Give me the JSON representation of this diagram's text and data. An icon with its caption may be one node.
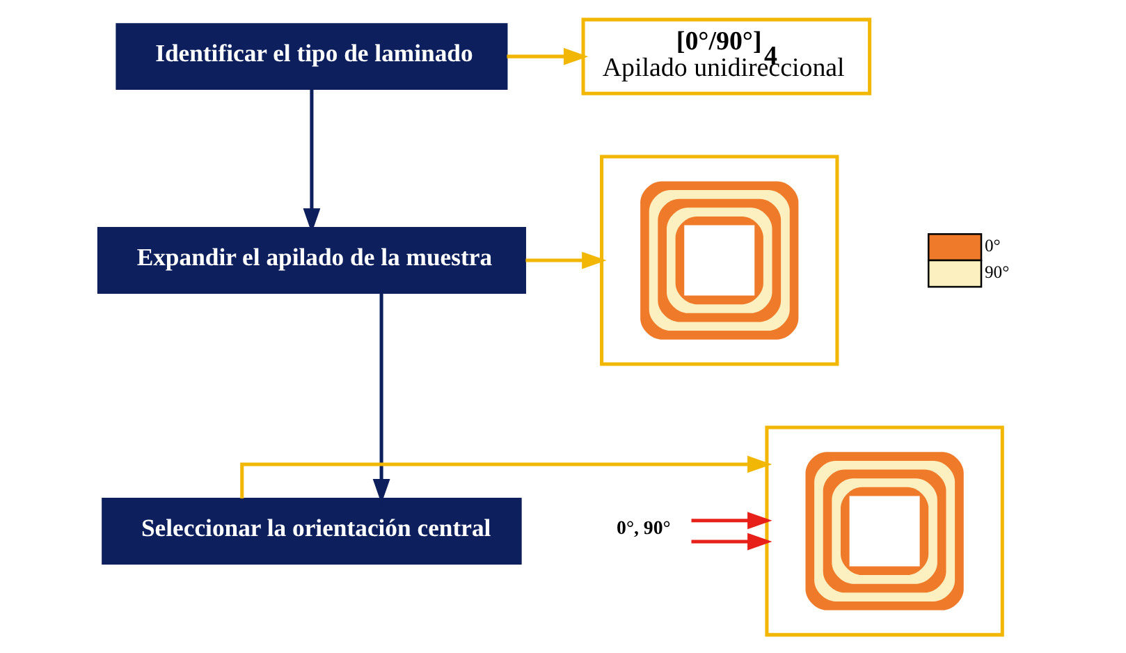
{
  "diagram": {
    "nodes": [
      {
        "text": [
          "Identificar el tipo de laminado"
        ]
      },
      {
        "text": [
          "[0°/90°]$_{4}$",
          "Apilado unidireccional"
        ]
      },
      {
        "text": [
          "Expandir el apilado de la muestra"
        ]
      },
      {
        "text": [],
        "shape": "picture"
      },
      {
        "text": [
          "Seleccionar la orientación central"
        ]
      },
      {
        "text": [],
        "shape": "picture"
      },
      {
        "text": [
          "0°, 90°"
        ]
      }
    ],
    "edges": [
      {
        "from": 0,
        "to": 1,
        "arrow": "to",
        "color": "#f2b705"
      },
      {
        "from": 0,
        "to": 2,
        "arrow": "to",
        "color": "#0d1f5c"
      },
      {
        "from": 2,
        "to": 3,
        "arrow": "to",
        "color": "#f2b705"
      },
      {
        "from": 2,
        "to": 4,
        "arrow": "to",
        "color": "#0d1f5c"
      },
      {
        "from": 4,
        "to": 5,
        "arrow": "to",
        "color": "#f2b705"
      },
      {
        "from": 6,
        "to": 5,
        "arrow": "to",
        "color": "#e8201a"
      },
      {
        "from": 6,
        "to": 5,
        "arrow": "to",
        "color": "#e8201a"
      }
    ],
    "legend": [
      {
        "text": "0°",
        "color": "#ee7a2a"
      },
      {
        "text": "90°",
        "color": "#fdf0c0"
      }
    ]
  }
}
